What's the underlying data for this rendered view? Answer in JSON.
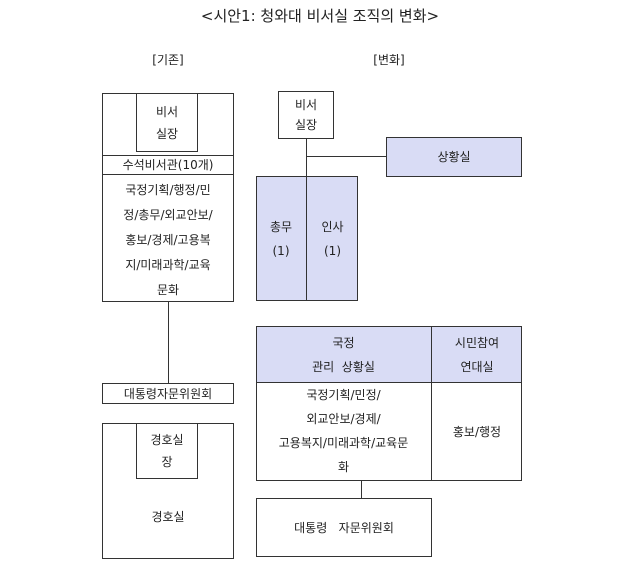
{
  "title": "<시안1: 청와대 비서실 조직의 변화>",
  "left": {
    "header": "[기존]",
    "secretary_chief": [
      "비서",
      "실장"
    ],
    "senior_secretaries": "수석비서관(10개)",
    "areas": [
      "국정기획/행정/민",
      "정/총무/외교안보/",
      "홍보/경제/고용복",
      "지/미래과학/교육",
      "문화"
    ],
    "advisory": "대통령자문위원회",
    "security_chief": [
      "경호실",
      "장"
    ],
    "security": "경호실"
  },
  "right": {
    "header": "[변화]",
    "secretary_chief": [
      "비서",
      "실장"
    ],
    "situation_room": "상황실",
    "general": [
      "총무",
      "(1)"
    ],
    "personnel": [
      "인사",
      "(1)"
    ],
    "state_mgmt": [
      "국정",
      "관리  상황실"
    ],
    "citizen": [
      "시민참여",
      "연대실"
    ],
    "state_areas": [
      "국정기획/민정/",
      "외교안보/경제/",
      "고용복지/미래과학/교육문",
      "화"
    ],
    "pr_admin": "홍보/행정",
    "advisory": "대통령   자문위원회"
  }
}
